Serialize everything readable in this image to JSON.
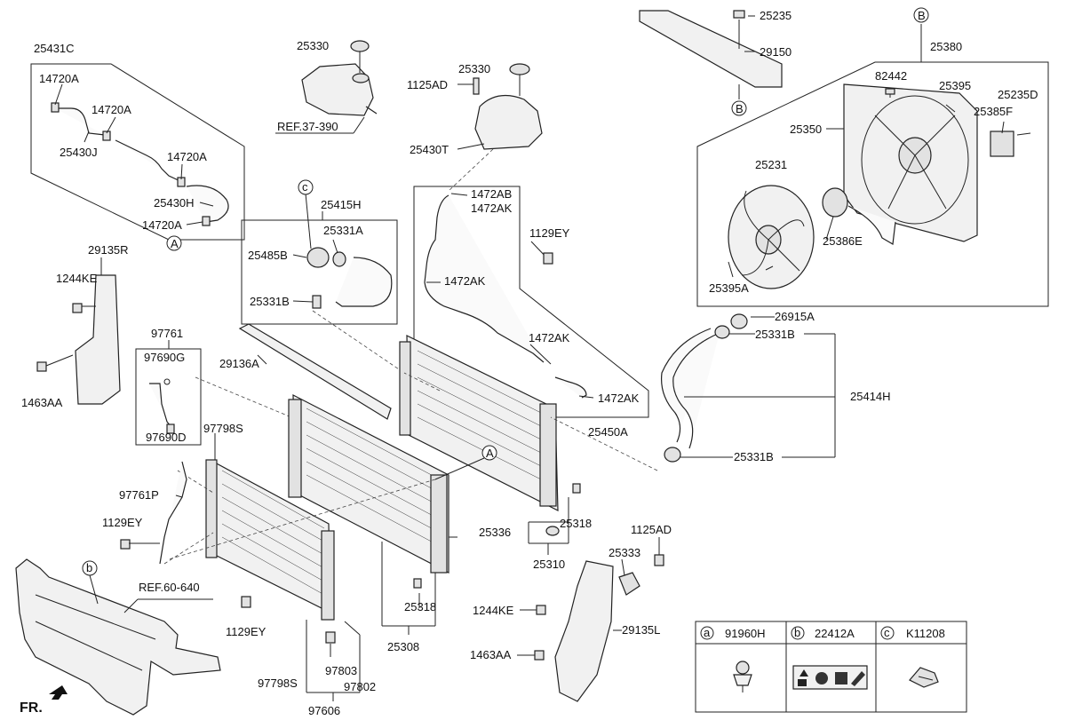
{
  "diagram": {
    "part_labels": [
      "25431C",
      "14720A",
      "14720A",
      "25430J",
      "14720A",
      "25430H",
      "14720A",
      "25330",
      "REF.37-390",
      "25330",
      "1125AD",
      "25430T",
      "25415H",
      "25331A",
      "25485B",
      "25331B",
      "1472AB",
      "1472AK",
      "1472AK",
      "1472AK",
      "1472AK",
      "1129EY",
      "25235",
      "29150",
      "25380",
      "82442",
      "25395",
      "25235D",
      "25385F",
      "25350",
      "25231",
      "25386E",
      "25395A",
      "29135R",
      "1244KE",
      "1463AA",
      "97761",
      "97690G",
      "97690D",
      "29136A",
      "97798S",
      "26915A",
      "25331B",
      "25414H",
      "25331B",
      "25450A",
      "97761P",
      "1129EY",
      "REF.60-640",
      "1129EY",
      "25318",
      "25308",
      "97798S",
      "97803",
      "97802",
      "97606",
      "25336",
      "25318",
      "25310",
      "1125AD",
      "25333",
      "1244KE",
      "29135L",
      "1463AA"
    ],
    "callouts": {
      "a": "a",
      "b": "b",
      "c": "c",
      "A": "A",
      "B": "B"
    },
    "front_marker": "FR.",
    "legend": [
      {
        "key": "a",
        "part": "91960H",
        "icon": "clip-icon"
      },
      {
        "key": "b",
        "part": "22412A",
        "icon": "warning-label-icon"
      },
      {
        "key": "c",
        "part": "K11208",
        "icon": "bracket-icon"
      }
    ]
  }
}
